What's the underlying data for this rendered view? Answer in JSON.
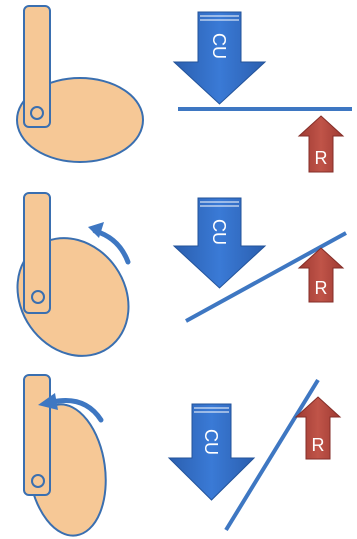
{
  "panels": [
    {
      "id": "flat",
      "force_down_label": "CU",
      "force_up_label": "R"
    },
    {
      "id": "tilted",
      "force_down_label": "CU",
      "force_up_label": "R"
    },
    {
      "id": "steep",
      "force_down_label": "CU",
      "force_up_label": "R"
    }
  ],
  "colors": {
    "limb_fill": "#F6C896",
    "limb_stroke": "#3A6FB0",
    "down_arrow": "#2F6CC6",
    "up_arrow": "#B0443A",
    "surface_line": "#3E77C2",
    "rotation_arrow": "#3E77C2"
  }
}
